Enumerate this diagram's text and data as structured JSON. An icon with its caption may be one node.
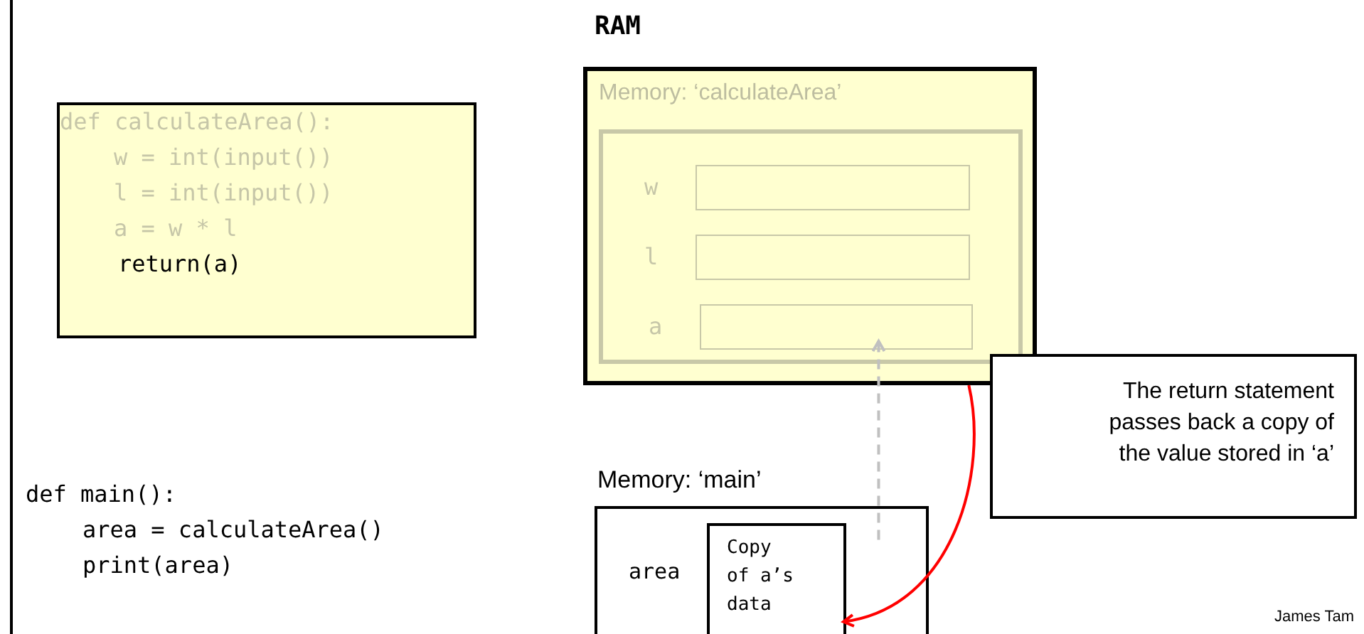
{
  "diagram": {
    "title": "RAM",
    "nodes": [
      {
        "text": [
          "def calculateArea():",
          "w = int(input())",
          "l = int(input())",
          "a = w * l",
          "return(a)"
        ]
      },
      {
        "text": [
          "Memory: ‘calculateArea’"
        ]
      },
      {
        "text": [],
        "shape": "box",
        "in": 1
      },
      {
        "text": [],
        "shape": "box",
        "in": 2,
        "beside": [
          "w"
        ]
      },
      {
        "text": [],
        "shape": "box",
        "in": 2,
        "beside": [
          "l"
        ]
      },
      {
        "text": [],
        "shape": "box",
        "in": 2,
        "beside": [
          "a"
        ]
      },
      {
        "text": [
          "The return statement passes back a copy of the value stored in ‘a’"
        ]
      },
      {
        "text": [
          "area"
        ],
        "beside": [
          "Memory: ‘main’"
        ]
      },
      {
        "text": [
          "Copy of a’s data"
        ],
        "in": 7
      }
    ],
    "edges": [
      {
        "from": 1,
        "to": 8,
        "arrow": "to",
        "color": "#ff0000"
      },
      {
        "from": 7,
        "to": 5,
        "arrow": "to",
        "style": "dashed",
        "color": "#c0c0c0"
      }
    ],
    "labels": [
      "def main():",
      "area = calculateArea()",
      "print(area)",
      "James Tam"
    ]
  }
}
